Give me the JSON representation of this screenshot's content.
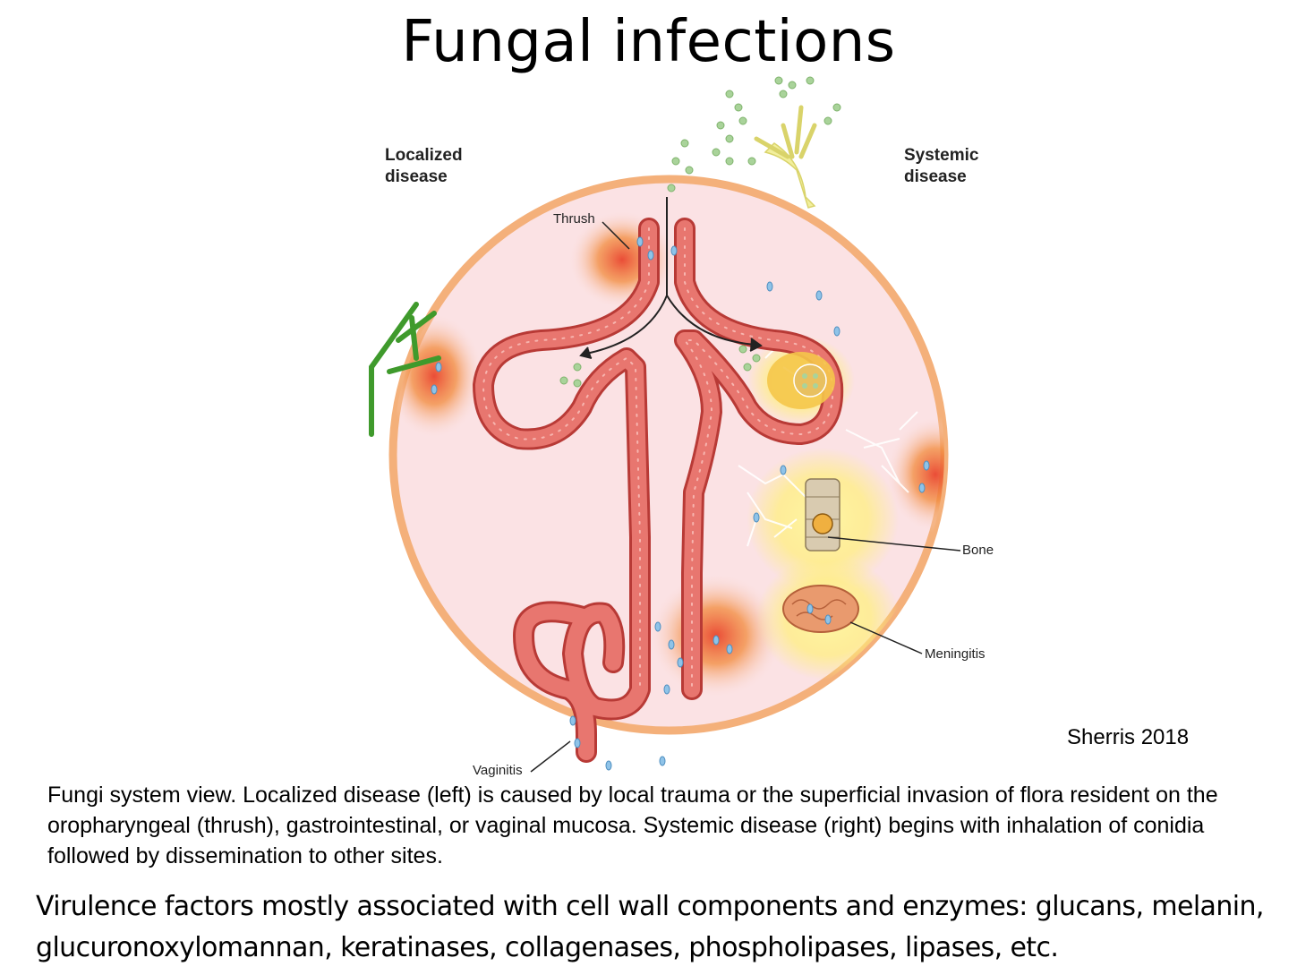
{
  "slide": {
    "title": "Fungal infections",
    "credit": "Sherris 2018"
  },
  "diagram": {
    "labels": {
      "localized": "Localized disease",
      "systemic": "Systemic disease",
      "thrush": "Thrush",
      "bone": "Bone",
      "meningitis": "Meningitis",
      "vaginitis": "Vaginitis"
    },
    "colors": {
      "body_fill": "#fbe2e4",
      "body_outline": "#f4b07a",
      "epithelium": "#e8766f",
      "epithelium_dark": "#b83a36",
      "conidia": "#a9d39a",
      "yeast": "#8fc3e8",
      "lesion": "#e9452e",
      "inflammation_glow": "#fff07a",
      "plant": "#3f9a2c",
      "mold": "#f2ef9c"
    }
  },
  "caption": "Fungi system view. Localized disease (left) is caused by local trauma or the superficial invasion of flora resident on the oropharyngeal (thrush), gastrointestinal, or vaginal mucosa. Systemic disease (right) begins with inhalation of conidia followed by dissemination to other sites.",
  "virulence_text": "Virulence factors mostly associated with cell wall components and enzymes: glucans, melanin, glucuronoxylomannan, keratinases, collagenases, phospholipases, lipases, etc."
}
